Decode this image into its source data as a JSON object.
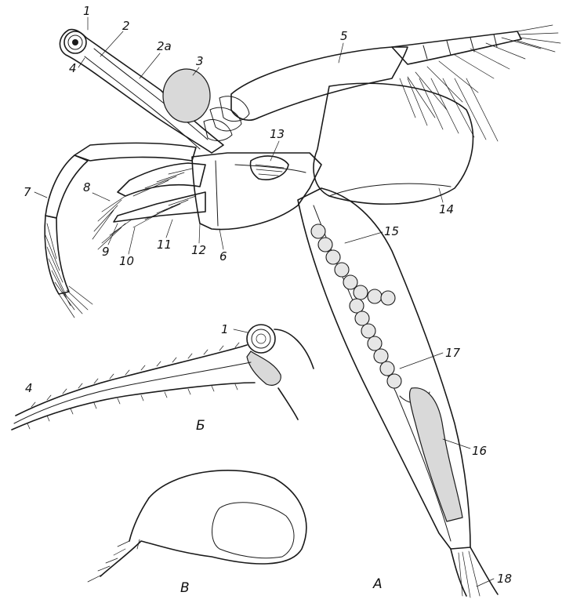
{
  "figure": {
    "labels": {
      "l1": "1",
      "l2": "2",
      "l2a": "2a",
      "l3": "3",
      "l4": "4",
      "l5": "5",
      "l6": "6",
      "l7": "7",
      "l8": "8",
      "l9": "9",
      "l10": "10",
      "l11": "11",
      "l12": "12",
      "l13": "13",
      "l14": "14",
      "l15": "15",
      "l16": "16",
      "l17": "17",
      "l18": "18"
    },
    "inset_b": {
      "l1": "1",
      "l4": "4",
      "panel": "Б"
    },
    "inset_v": {
      "panel": "В"
    },
    "panel_a": "А"
  }
}
